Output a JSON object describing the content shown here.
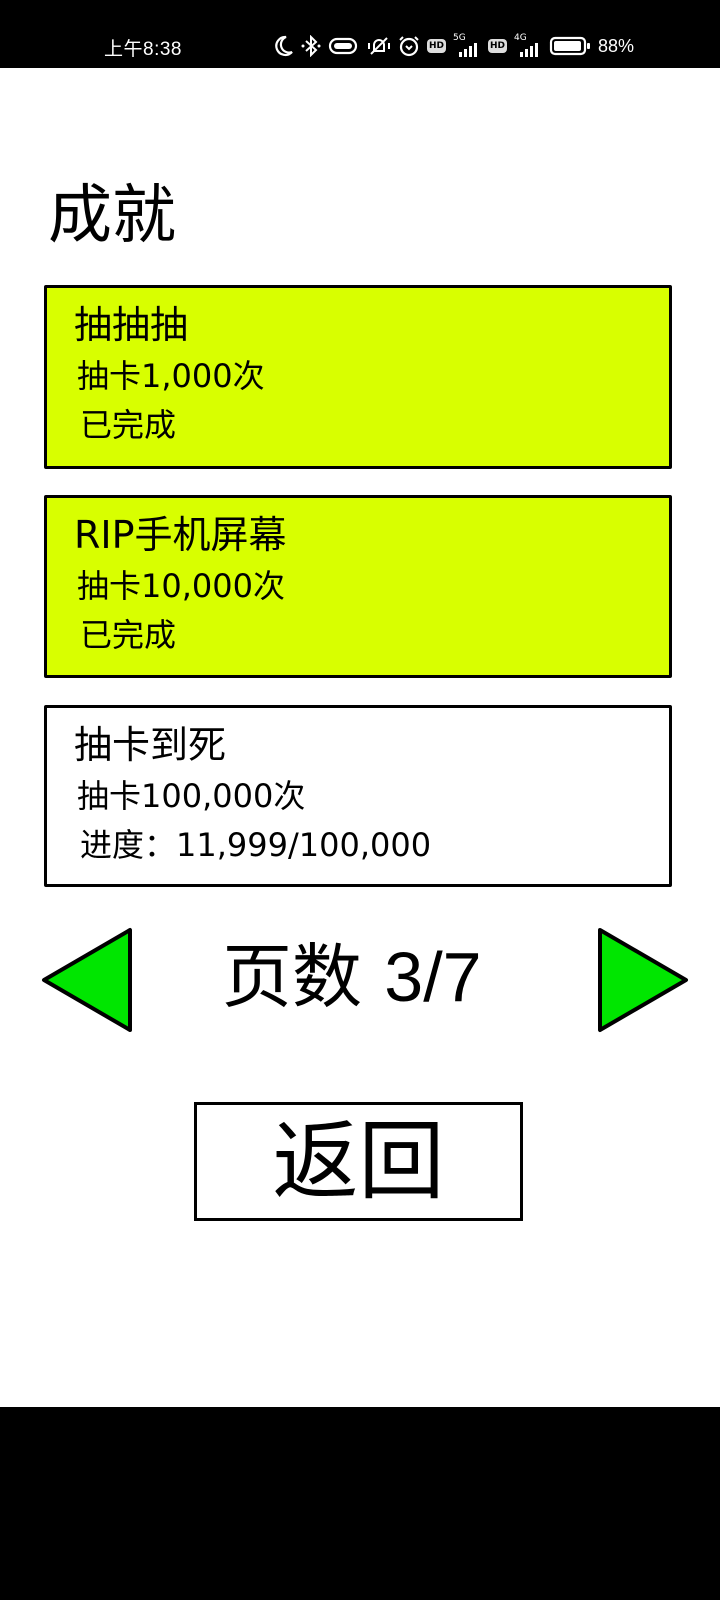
{
  "status_bar": {
    "time": "上午8:38",
    "icons": [
      "moon-icon",
      "bluetooth-icon",
      "vpn-icon",
      "mute-icon",
      "alarm-icon",
      "hd-icon",
      "signal-5g-icon",
      "hd-icon",
      "signal-4g-icon",
      "battery-icon"
    ],
    "hd_label": "HD",
    "net1": "5G",
    "net2": "4G",
    "battery": "88%"
  },
  "page": {
    "title": "成就"
  },
  "achievements": [
    {
      "title": "抽抽抽",
      "requirement": "抽卡1,000次",
      "status": "已完成",
      "completed": true
    },
    {
      "title": "RIP手机屏幕",
      "requirement": "抽卡10,000次",
      "status": "已完成",
      "completed": true
    },
    {
      "title": "抽卡到死",
      "requirement": "抽卡100,000次",
      "status": "进度：11,999/100,000",
      "completed": false
    }
  ],
  "pagination": {
    "label": "页数",
    "current": "3/7",
    "prev_icon": "triangle-left-icon",
    "next_icon": "triangle-right-icon"
  },
  "back_button": {
    "label": "返回"
  },
  "colors": {
    "completed_card": "#d8ff00",
    "arrow_fill": "#00e600",
    "border": "#000000"
  }
}
